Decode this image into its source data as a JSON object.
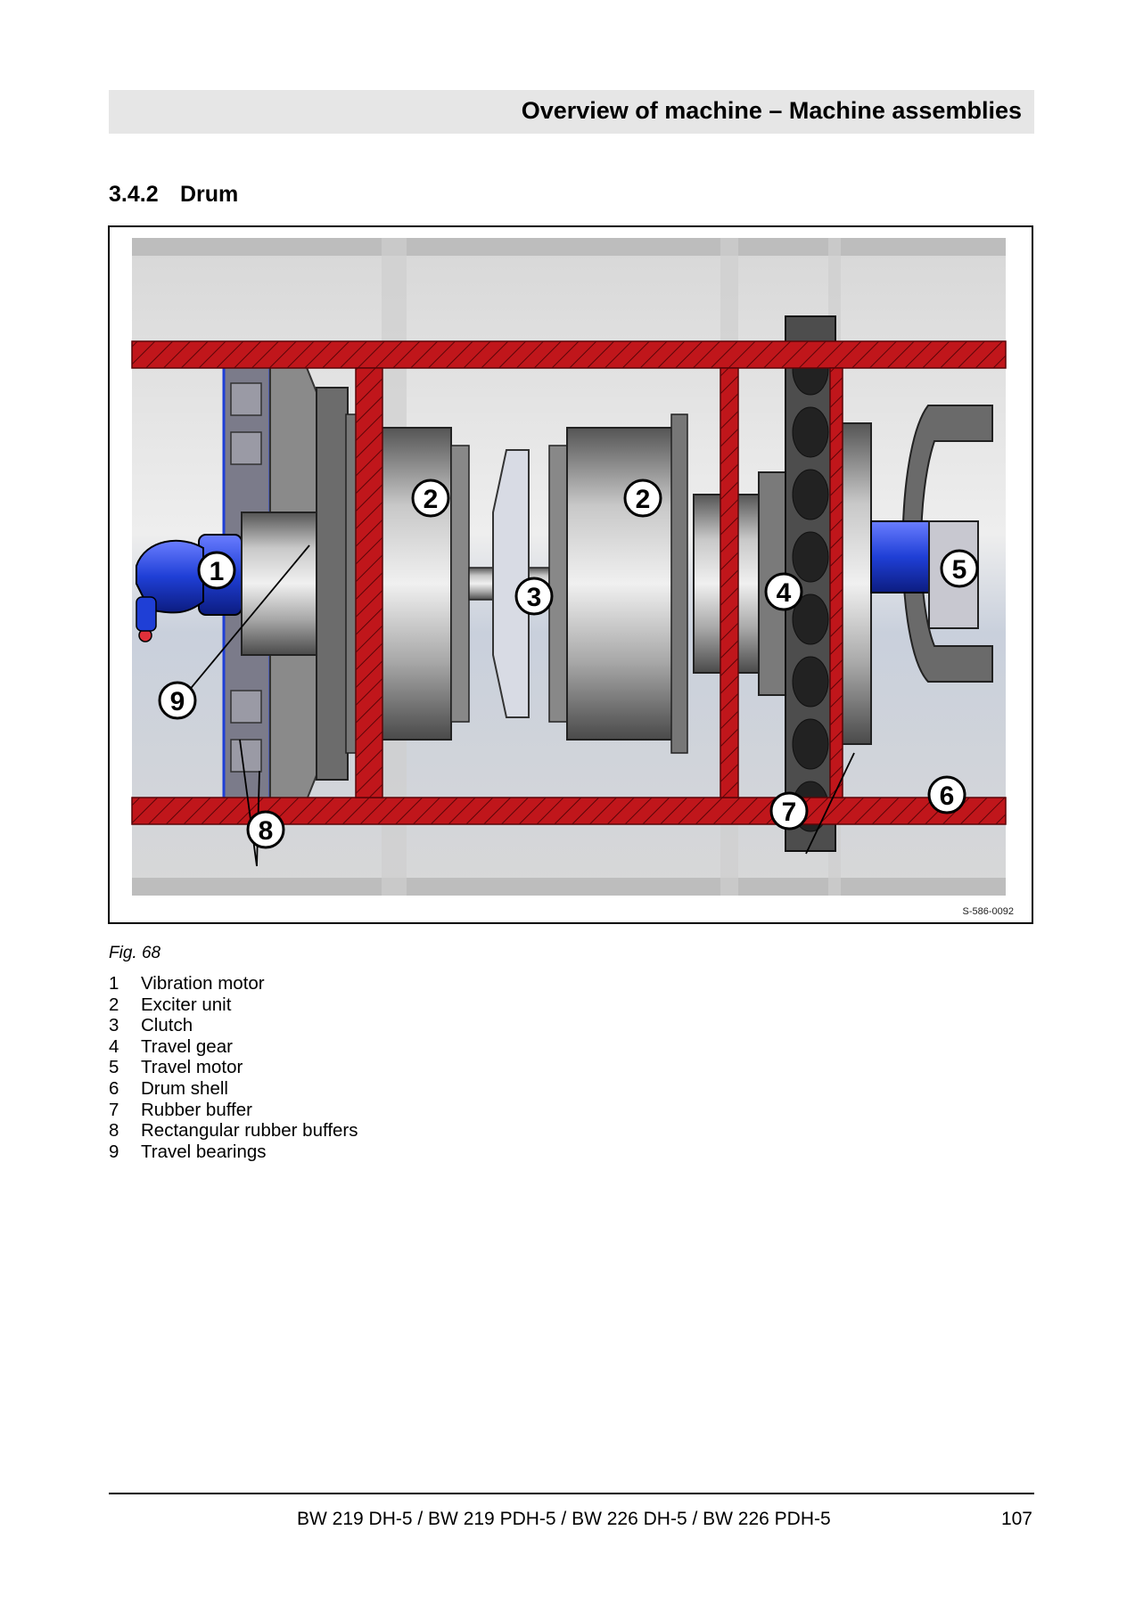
{
  "header": {
    "title": "Overview of machine – Machine assemblies"
  },
  "section": {
    "number": "3.4.2",
    "title": "Drum"
  },
  "figure": {
    "drawing_id": "S-586-0092",
    "caption": "Fig.  68",
    "callouts": [
      "1",
      "2",
      "2",
      "3",
      "4",
      "5",
      "6",
      "7",
      "8",
      "9"
    ]
  },
  "legend": [
    {
      "num": "1",
      "label": "Vibration motor"
    },
    {
      "num": "2",
      "label": "Exciter unit"
    },
    {
      "num": "3",
      "label": "Clutch"
    },
    {
      "num": "4",
      "label": "Travel gear"
    },
    {
      "num": "5",
      "label": "Travel motor"
    },
    {
      "num": "6",
      "label": "Drum shell"
    },
    {
      "num": "7",
      "label": "Rubber buffer"
    },
    {
      "num": "8",
      "label": "Rectangular rubber buffers"
    },
    {
      "num": "9",
      "label": "Travel bearings"
    }
  ],
  "colors": {
    "frame_red": "#c0161b",
    "motor_blue": "#1f3fd6",
    "steel": "#9a9a9a"
  },
  "footer": {
    "models": "BW 219 DH-5 / BW 219 PDH-5 / BW 226 DH-5 / BW 226 PDH-5",
    "page": "107"
  }
}
